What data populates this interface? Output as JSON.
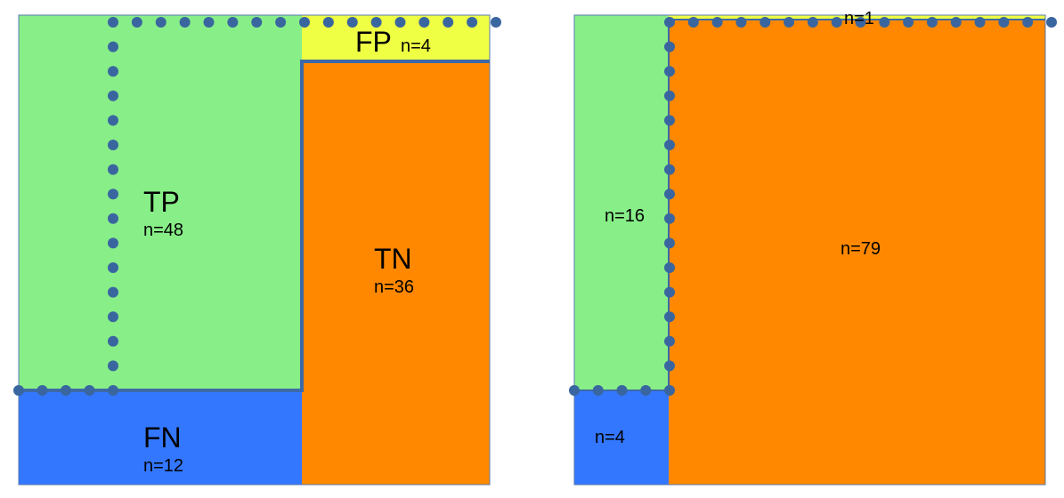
{
  "colors": {
    "tp": "#88ee88",
    "fn": "#3377ff",
    "fp": "#eeff44",
    "tn": "#ff8800",
    "border": "#3d6aa6",
    "dot": "#3a66a0",
    "outline": "#5a7ab0"
  },
  "left_panel": {
    "tp_label": "TP",
    "tp_n": "n=48",
    "fn_label": "FN",
    "fn_n": "n=12",
    "fp_label": "FP",
    "fp_n": "n=4",
    "tn_label": "TN",
    "tn_n": "n=36"
  },
  "right_panel": {
    "tp_n": "n=16",
    "fn_n": "n=4",
    "fp_n": "n=1",
    "tn_n": "n=79"
  }
}
